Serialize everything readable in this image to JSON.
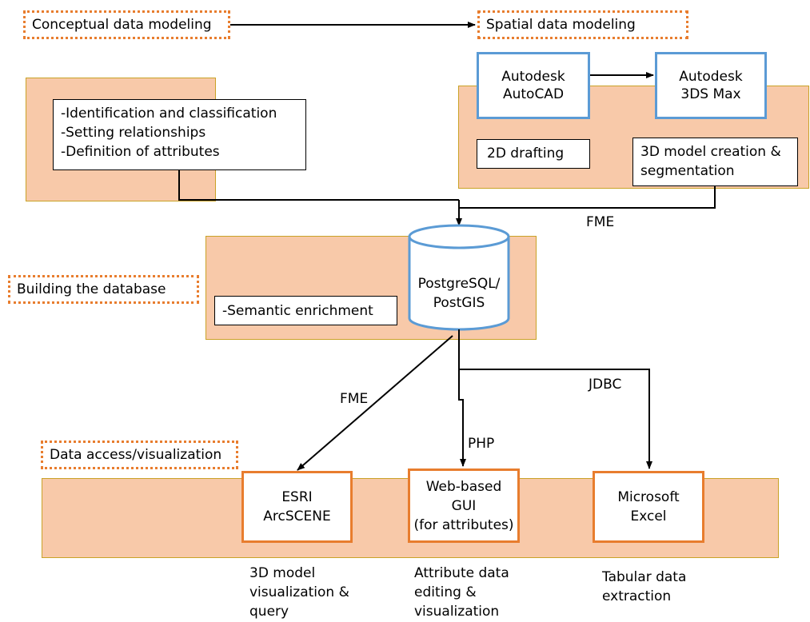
{
  "headers": {
    "conceptual": "Conceptual data modeling",
    "spatial": "Spatial data modeling",
    "database": "Building the database",
    "access": "Data access/visualization"
  },
  "conceptual_box": {
    "lines": [
      "-Identification and classification",
      "-Setting relationships",
      "-Definition of attributes"
    ]
  },
  "spatial": {
    "autocad": [
      "Autodesk",
      "AutoCAD"
    ],
    "max": [
      "Autodesk",
      "3DS Max"
    ],
    "drafting": "2D drafting",
    "creation": [
      "3D model creation &",
      "segmentation"
    ]
  },
  "database": {
    "cylinder": [
      "PostgreSQL/",
      "PostGIS"
    ],
    "semantic": "-Semantic enrichment"
  },
  "connectors": {
    "fme_top": "FME",
    "fme_left": "FME",
    "php": "PHP",
    "jdbc": "JDBC"
  },
  "outputs": {
    "esri": [
      "ESRI",
      "ArcSCENE"
    ],
    "web": [
      "Web-based",
      "GUI",
      "(for attributes)"
    ],
    "excel": [
      "Microsoft",
      "Excel"
    ]
  },
  "captions": {
    "esri": [
      "3D model",
      "visualization &",
      "query"
    ],
    "web": [
      "Attribute data",
      "editing &",
      "visualization"
    ],
    "excel": [
      "Tabular data",
      "extraction"
    ]
  },
  "colors": {
    "panel_fill": "#f8c9a9",
    "panel_border": "#c9a227",
    "dotted_border": "#e87d2e",
    "blue_border": "#5b9bd5",
    "orange_border": "#e87d2e"
  }
}
